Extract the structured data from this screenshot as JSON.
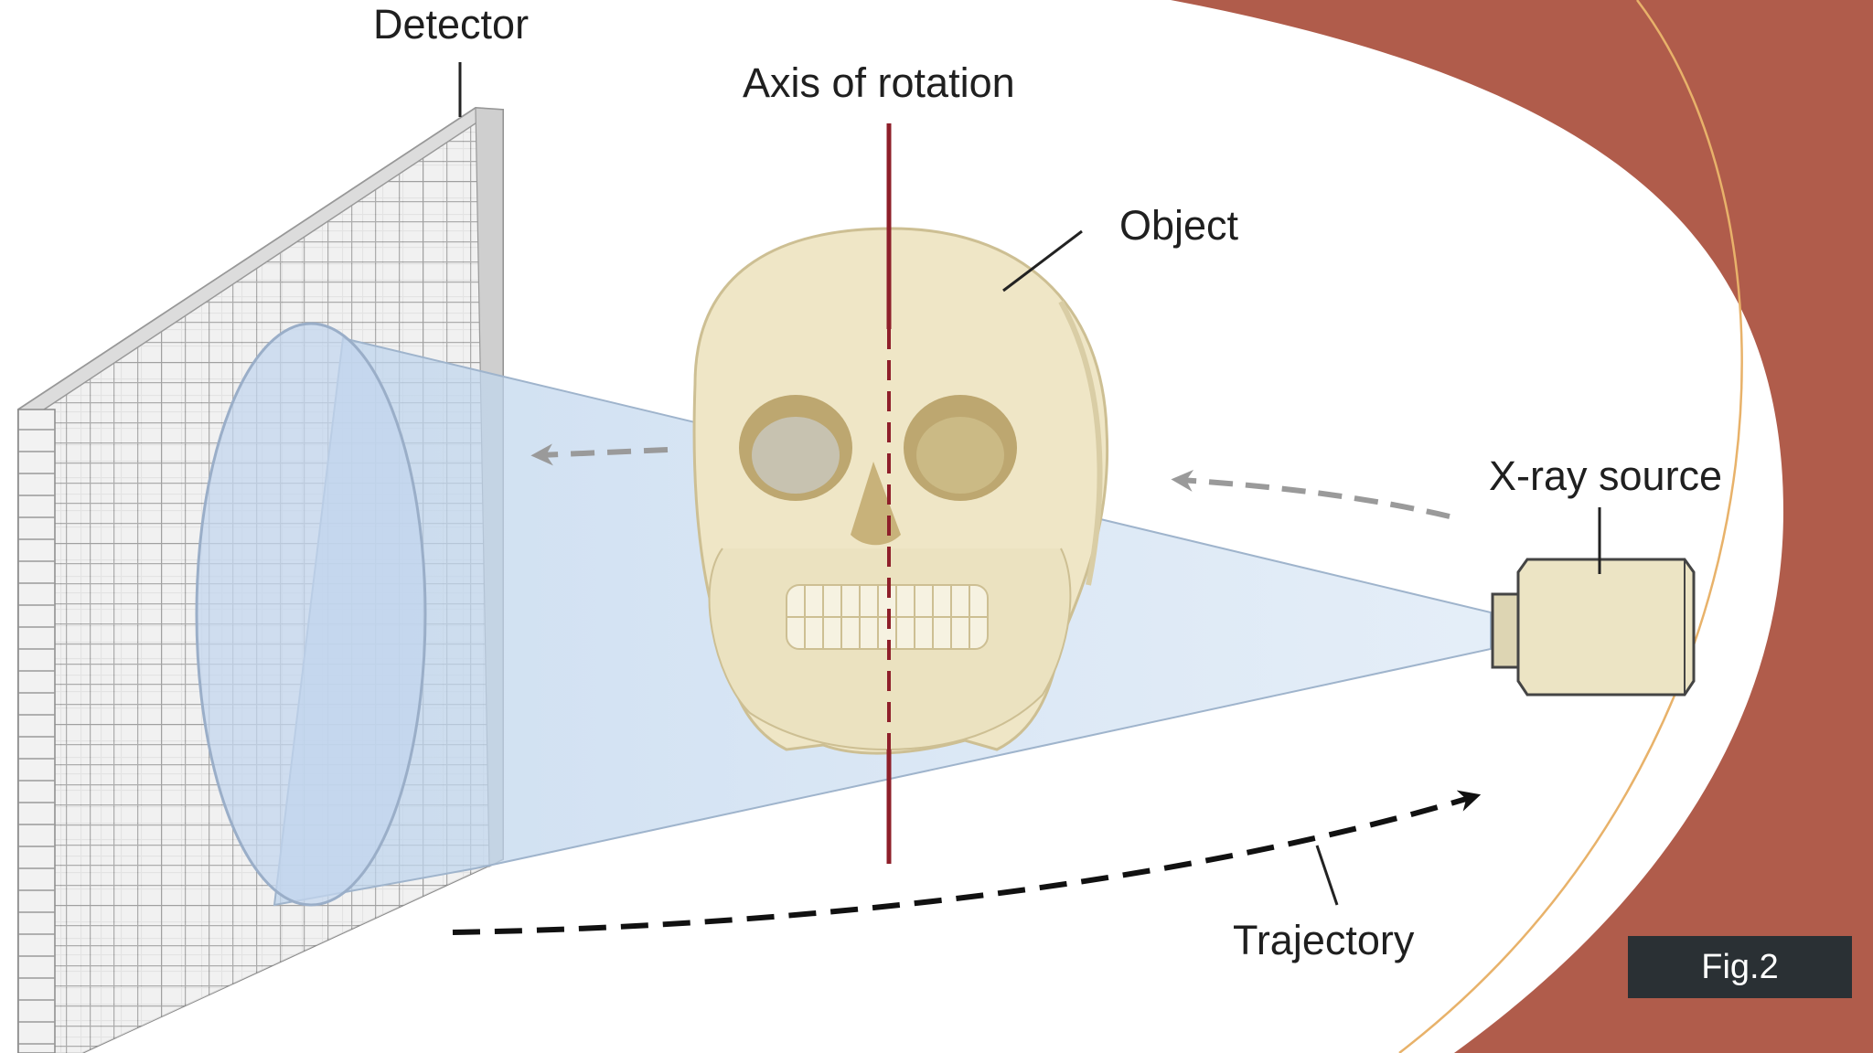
{
  "diagram": {
    "labels": {
      "detector": "Detector",
      "axis": "Axis of rotation",
      "object": "Object",
      "source": "X-ray source",
      "trajectory": "Trajectory"
    },
    "fig_label": "Fig.2",
    "colors": {
      "accent_panel": "#b05c4b",
      "axis_line": "#8e1f2a",
      "beam": "#bcd3ec",
      "skull": "#efe6c6",
      "source_body": "#ece4c4"
    }
  }
}
